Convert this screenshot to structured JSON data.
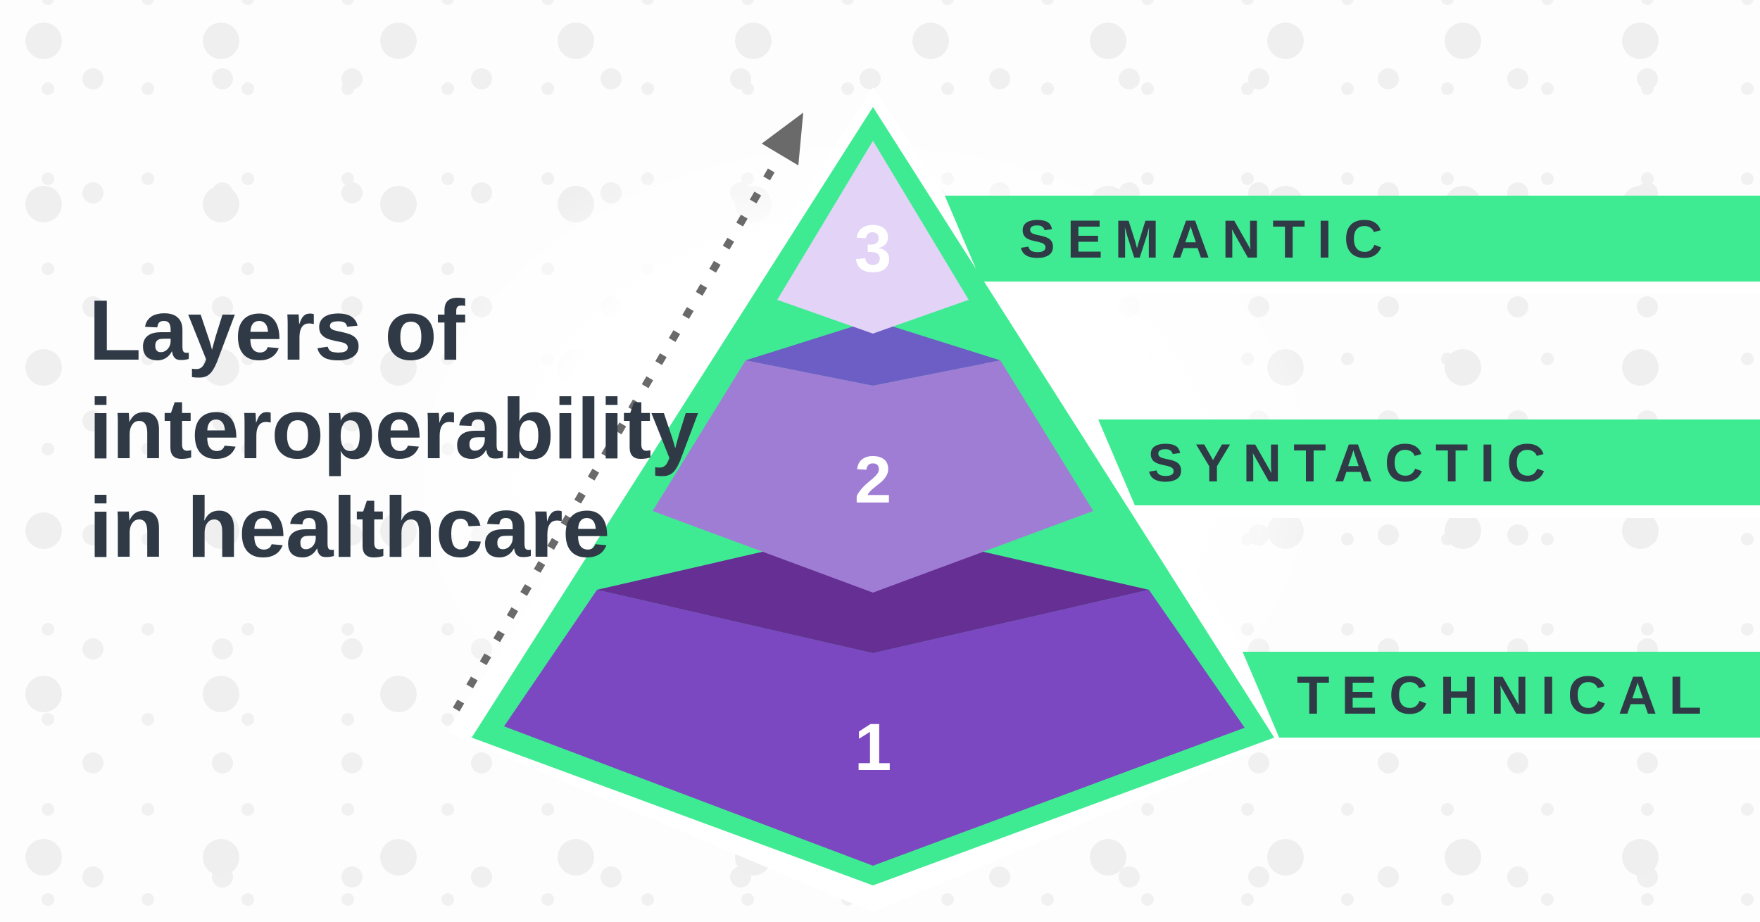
{
  "title": {
    "lines": [
      "Layers of",
      "interoperability",
      "in healthcare"
    ],
    "color": "#2F3A46"
  },
  "pyramid": {
    "outline_color": "#3FEB92",
    "number_color": "#FFFFFF",
    "levels": [
      {
        "number": "1",
        "label": "TECHNICAL",
        "front_color": "#7C48C1",
        "top_color": "#652F94"
      },
      {
        "number": "2",
        "label": "SYNTACTIC",
        "front_color": "#A07DD5",
        "top_color": "#6C5EC4"
      },
      {
        "number": "3",
        "label": "SEMANTIC",
        "front_color": "#E2D3F7"
      }
    ]
  },
  "arrow": {
    "color": "#6A6A6A"
  },
  "bars": {
    "fill": "#3FEB92",
    "text_color": "#2F3A46"
  },
  "background": {
    "page": "#FDFDFD",
    "dot": "#EFEFEF",
    "halo": "#FFFFFF"
  }
}
